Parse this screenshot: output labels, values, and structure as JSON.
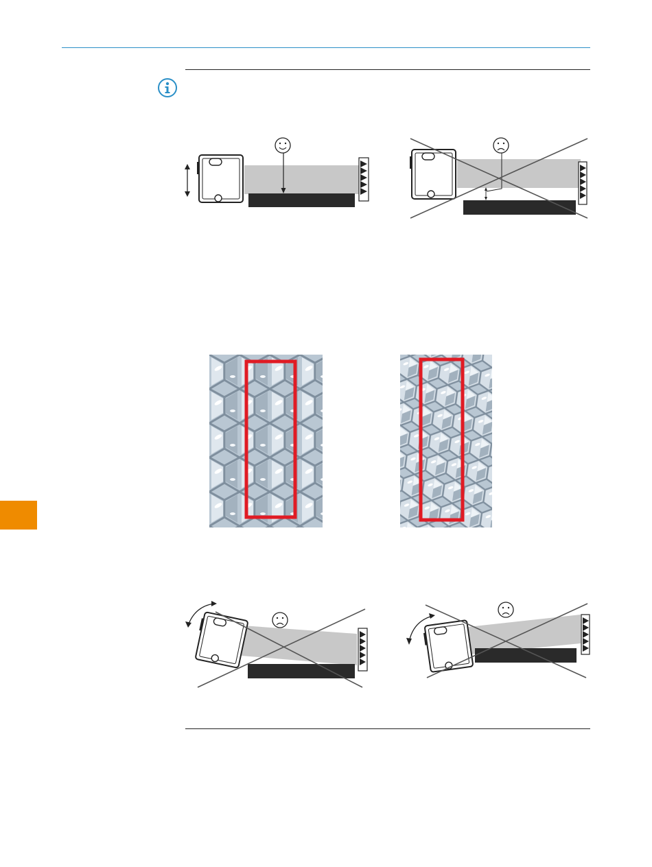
{
  "page": {
    "colors": {
      "header_rule": "#2a8fc7",
      "info_icon": "#2a8fc7",
      "side_tab": "#ef8b00",
      "beam": "#c8c8c8",
      "bar": "#2a2a2a",
      "highlight_frame": "#e01b24",
      "reflector_surface": "#b9c7d3"
    }
  },
  "note": {
    "icon": "info-icon"
  },
  "figures": [
    {
      "id": "fig-1-parallel-beam",
      "status": "correct",
      "face_icon": "smiley-happy-icon"
    },
    {
      "id": "fig-2-offset-beam",
      "status": "incorrect",
      "face_icon": "smiley-sad-icon"
    },
    {
      "id": "fig-3-reflector-aligned",
      "status": "correct"
    },
    {
      "id": "fig-4-reflector-rotated",
      "status": "incorrect"
    },
    {
      "id": "fig-5-tilted-down",
      "status": "incorrect",
      "face_icon": "smiley-sad-icon"
    },
    {
      "id": "fig-6-tilted-up",
      "status": "incorrect",
      "face_icon": "smiley-sad-icon"
    }
  ]
}
